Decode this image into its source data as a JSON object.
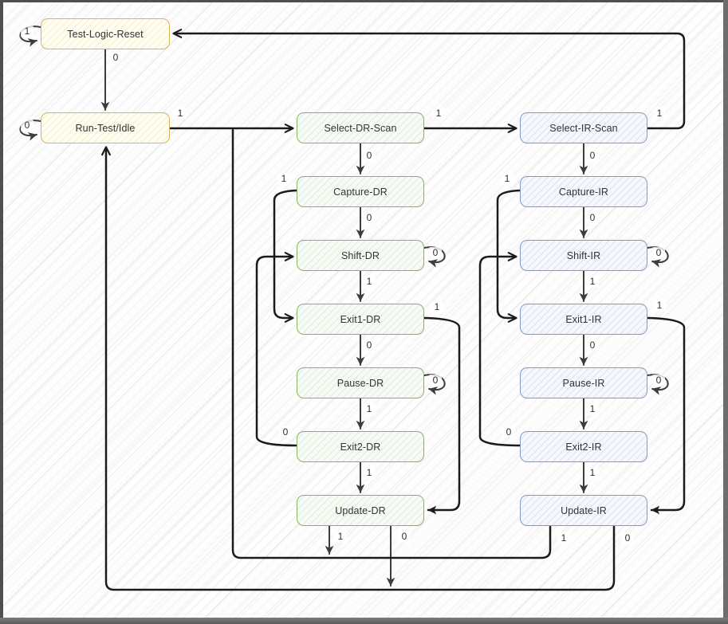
{
  "diagram_type": "state-machine",
  "colors": {
    "yellow_node_border": "#d6b656",
    "yellow_node_fill": "#fffcf0",
    "green_node_border": "#84b367",
    "green_node_fill": "#f7fbf5",
    "blue_node_border": "#7d9cc7",
    "blue_node_fill": "#f4f8fd",
    "edge_stroke": "#1b1b1b",
    "frame_gray": "#5a5a5a"
  },
  "nodes": [
    {
      "id": "test-logic-reset",
      "label": "Test-Logic-Reset",
      "color": "yellow"
    },
    {
      "id": "run-test-idle",
      "label": "Run-Test/Idle",
      "color": "yellow"
    },
    {
      "id": "select-dr-scan",
      "label": "Select-DR-Scan",
      "color": "green"
    },
    {
      "id": "select-ir-scan",
      "label": "Select-IR-Scan",
      "color": "blue"
    },
    {
      "id": "capture-dr",
      "label": "Capture-DR",
      "color": "green"
    },
    {
      "id": "capture-ir",
      "label": "Capture-IR",
      "color": "blue"
    },
    {
      "id": "shift-dr",
      "label": "Shift-DR",
      "color": "green"
    },
    {
      "id": "shift-ir",
      "label": "Shift-IR",
      "color": "blue"
    },
    {
      "id": "exit1-dr",
      "label": "Exit1-DR",
      "color": "green"
    },
    {
      "id": "exit1-ir",
      "label": "Exit1-IR",
      "color": "blue"
    },
    {
      "id": "pause-dr",
      "label": "Pause-DR",
      "color": "green"
    },
    {
      "id": "pause-ir",
      "label": "Pause-IR",
      "color": "blue"
    },
    {
      "id": "exit2-dr",
      "label": "Exit2-DR",
      "color": "green"
    },
    {
      "id": "exit2-ir",
      "label": "Exit2-IR",
      "color": "blue"
    },
    {
      "id": "update-dr",
      "label": "Update-DR",
      "color": "green"
    },
    {
      "id": "update-ir",
      "label": "Update-IR",
      "color": "blue"
    }
  ],
  "edge_labels": [
    {
      "edge": "test-logic-reset-self",
      "label": "1"
    },
    {
      "edge": "run-test-idle-self",
      "label": "0"
    },
    {
      "edge": "test-logic-reset-to-run-test",
      "label": "0"
    },
    {
      "edge": "run-test-to-select-dr",
      "label": "1"
    },
    {
      "edge": "select-dr-to-select-ir",
      "label": "1"
    },
    {
      "edge": "select-ir-to-test-logic-reset",
      "label": "1"
    },
    {
      "edge": "select-dr-to-capture-dr",
      "label": "0"
    },
    {
      "edge": "capture-dr-to-shift-dr",
      "label": "0"
    },
    {
      "edge": "shift-dr-to-exit1-dr",
      "label": "1"
    },
    {
      "edge": "exit1-dr-to-pause-dr",
      "label": "0"
    },
    {
      "edge": "pause-dr-to-exit2-dr",
      "label": "1"
    },
    {
      "edge": "exit2-dr-to-update-dr",
      "label": "1"
    },
    {
      "edge": "select-ir-to-capture-ir",
      "label": "0"
    },
    {
      "edge": "capture-ir-to-shift-ir",
      "label": "0"
    },
    {
      "edge": "shift-ir-to-exit1-ir",
      "label": "1"
    },
    {
      "edge": "exit1-ir-to-pause-ir",
      "label": "0"
    },
    {
      "edge": "pause-ir-to-exit2-ir",
      "label": "1"
    },
    {
      "edge": "exit2-ir-to-update-ir",
      "label": "1"
    },
    {
      "edge": "capture-dr-to-exit1-dr",
      "label": "1"
    },
    {
      "edge": "exit2-dr-to-shift-dr",
      "label": "0"
    },
    {
      "edge": "exit1-dr-to-update-dr",
      "label": "1"
    },
    {
      "edge": "capture-ir-to-exit1-ir",
      "label": "1"
    },
    {
      "edge": "exit2-ir-to-shift-ir",
      "label": "0"
    },
    {
      "edge": "exit1-ir-to-update-ir",
      "label": "1"
    },
    {
      "edge": "shift-dr-self",
      "label": "0"
    },
    {
      "edge": "pause-dr-self",
      "label": "0"
    },
    {
      "edge": "shift-ir-self",
      "label": "0"
    },
    {
      "edge": "pause-ir-self",
      "label": "0"
    },
    {
      "edge": "update-dr-to-select-dr",
      "label": "1"
    },
    {
      "edge": "update-dr-to-run-test",
      "label": "0"
    },
    {
      "edge": "update-ir-to-select-dr",
      "label": "1"
    },
    {
      "edge": "update-ir-to-run-test",
      "label": "0"
    }
  ]
}
